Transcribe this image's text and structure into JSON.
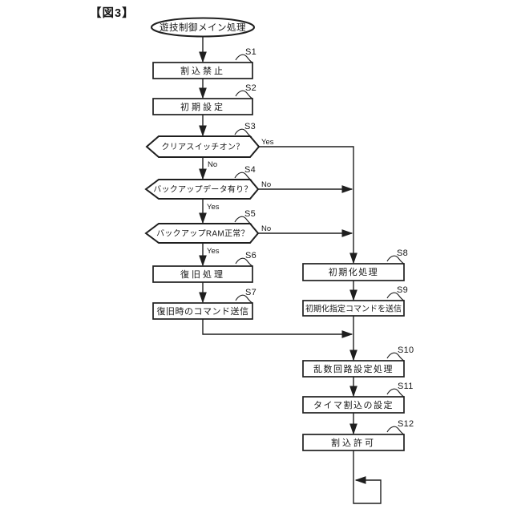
{
  "figure_label": "【図3】",
  "flowchart": {
    "start": {
      "label": "遊技制御メイン処理"
    },
    "nodes": [
      {
        "step": "S1",
        "type": "process",
        "label": "割込禁止"
      },
      {
        "step": "S2",
        "type": "process",
        "label": "初期設定"
      },
      {
        "step": "S3",
        "type": "decision",
        "label": "クリアスイッチオン？"
      },
      {
        "step": "S4",
        "type": "decision",
        "label": "バックアップデータ有り？"
      },
      {
        "step": "S5",
        "type": "decision",
        "label": "バックアップRAM正常？"
      },
      {
        "step": "S6",
        "type": "process",
        "label": "復旧処理"
      },
      {
        "step": "S7",
        "type": "process",
        "label": "復旧時のコマンド送信"
      },
      {
        "step": "S8",
        "type": "process",
        "label": "初期化処理"
      },
      {
        "step": "S9",
        "type": "process",
        "label": "初期化指定コマンドを送信"
      },
      {
        "step": "S10",
        "type": "process",
        "label": "乱数回路設定処理"
      },
      {
        "step": "S11",
        "type": "process",
        "label": "タイマ割込の設定"
      },
      {
        "step": "S12",
        "type": "process",
        "label": "割込許可"
      }
    ],
    "branch_labels": {
      "yes": "Yes",
      "no": "No"
    },
    "colors": {
      "ink": "#1f1f1f",
      "background": "#ffffff"
    }
  }
}
